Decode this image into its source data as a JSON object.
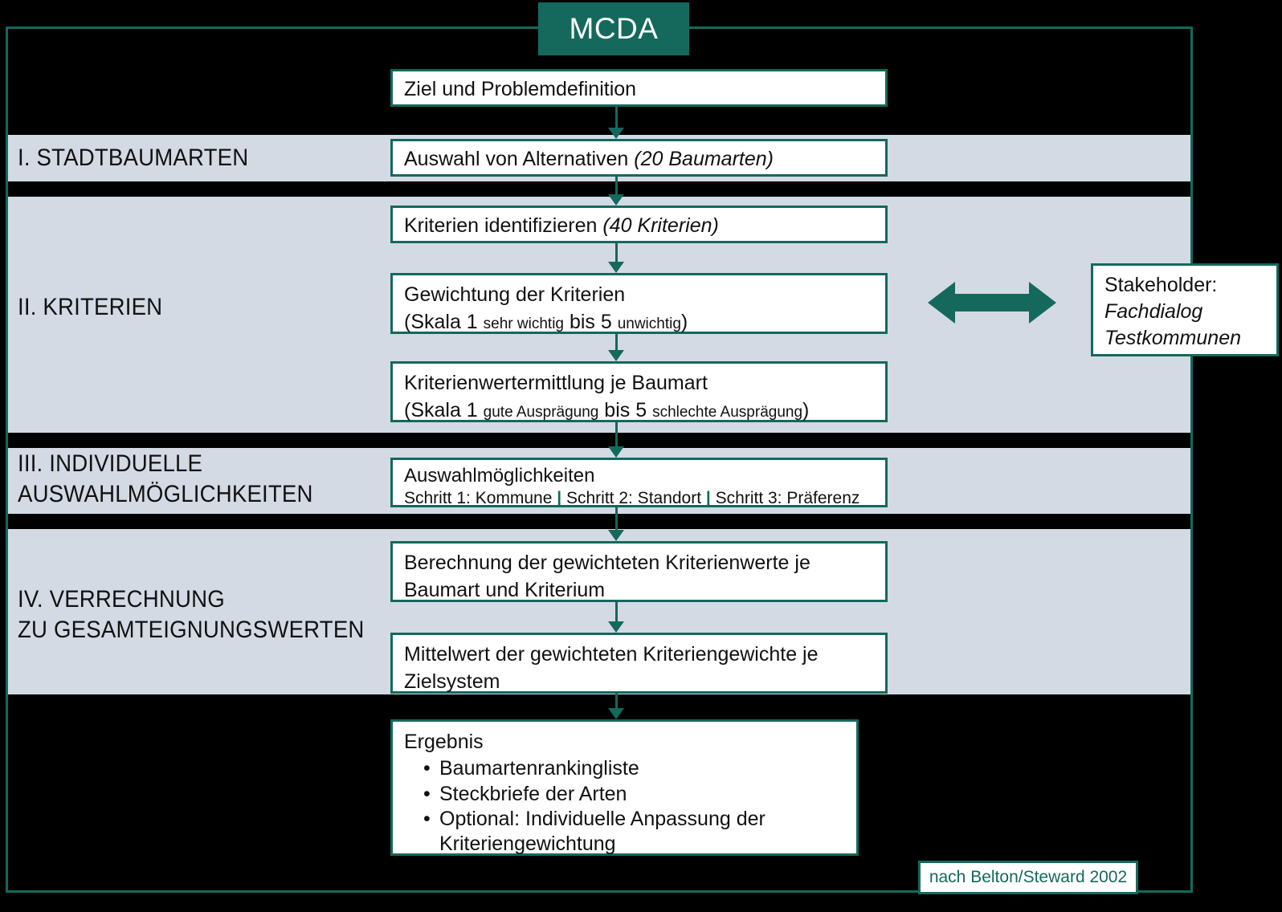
{
  "title": {
    "label": "MCDA"
  },
  "source_note": {
    "label": "nach Belton/Steward 2002"
  },
  "sections": [
    {
      "key": "stadtbaumarten",
      "label": "I. STADTBAUMARTEN"
    },
    {
      "key": "kriterien",
      "label": "II. KRITERIEN"
    },
    {
      "key": "individuelle",
      "label": "III. INDIVIDUELLE\nAUSWAHLMÖGLICHKEITEN"
    },
    {
      "key": "verrechnung",
      "label": "IV. VERRECHNUNG\nZU GESAMTEIGNUNGSWERTEN"
    }
  ],
  "boxes": {
    "ziel": {
      "line1": "Ziel und Problemdefinition"
    },
    "alternativen": {
      "line1_main": "Auswahl von Alternativen ",
      "line1_italic": "(20 Baumarten)"
    },
    "kriterien_id": {
      "line1_main": "Kriterien identifizieren ",
      "line1_italic": "(40 Kriterien)"
    },
    "gewichtung": {
      "line1": "Gewichtung der Kriterien",
      "line2_a": "(Skala 1 ",
      "line2_b": "sehr wichtig",
      "line2_c": " bis 5 ",
      "line2_d": "unwichtig",
      "line2_e": ")"
    },
    "kriterienwert": {
      "line1": "Kriterienwertermittlung je Baumart",
      "line2_a": "(Skala 1 ",
      "line2_b": "gute Ausprägung",
      "line2_c": " bis 5 ",
      "line2_d": "schlechte Ausprägung",
      "line2_e": ")"
    },
    "auswahl": {
      "line1": "Auswahlmöglichkeiten",
      "step1": "Schritt 1: Kommune",
      "sep": "|",
      "step2": "Schritt 2: Standort",
      "step3": "Schritt 3: Präferenz"
    },
    "berechnung": {
      "line1": "Berechnung der gewichteten Kriterienwerte je",
      "line2": "Baumart und Kriterium"
    },
    "mittelwert": {
      "line1": "Mittelwert der gewichteten Kriteriengewichte je",
      "line2": "Zielsystem"
    },
    "ergebnis": {
      "title": "Ergebnis",
      "bullets": [
        "Baumartenrankingliste",
        "Steckbriefe der Arten",
        "Optional: Individuelle Anpassung der Kriteriengewichtung"
      ]
    }
  },
  "stakeholder": {
    "line1": "Stakeholder:",
    "line2": "Fachdialog",
    "line3": "Testkommunen"
  },
  "colors": {
    "teal": "#14695c",
    "band": "#d4dae4",
    "background": "#000000",
    "box_fill": "#ffffff"
  }
}
